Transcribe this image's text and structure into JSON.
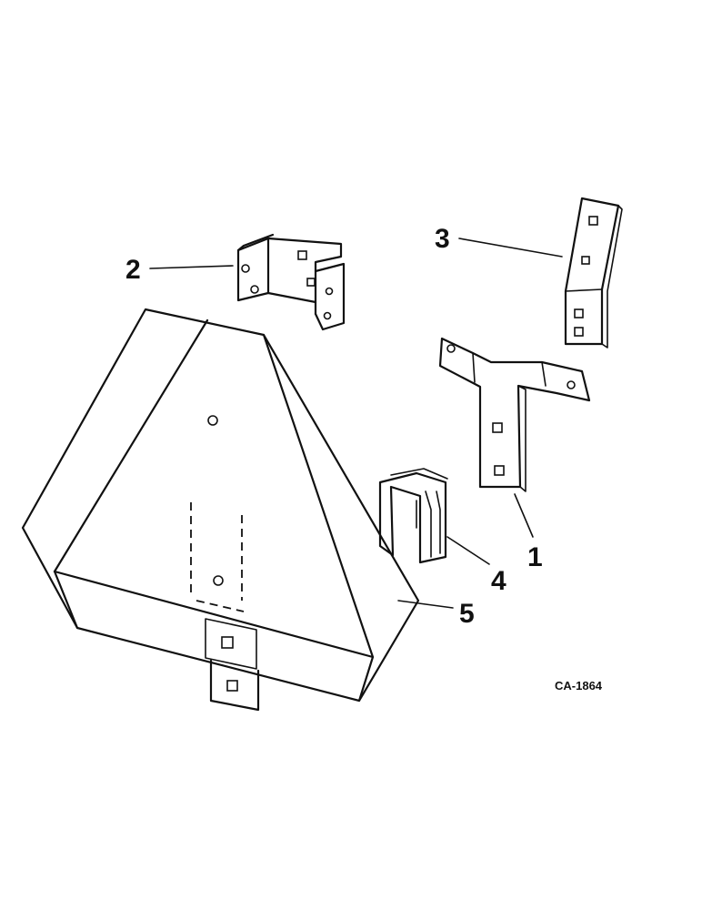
{
  "callouts": {
    "part1": "1",
    "part2": "2",
    "part3": "3",
    "part4": "4",
    "part5": "5"
  },
  "drawing_code": "CA-1864",
  "colors": {
    "ink": "#111111",
    "paper": "#ffffff"
  }
}
